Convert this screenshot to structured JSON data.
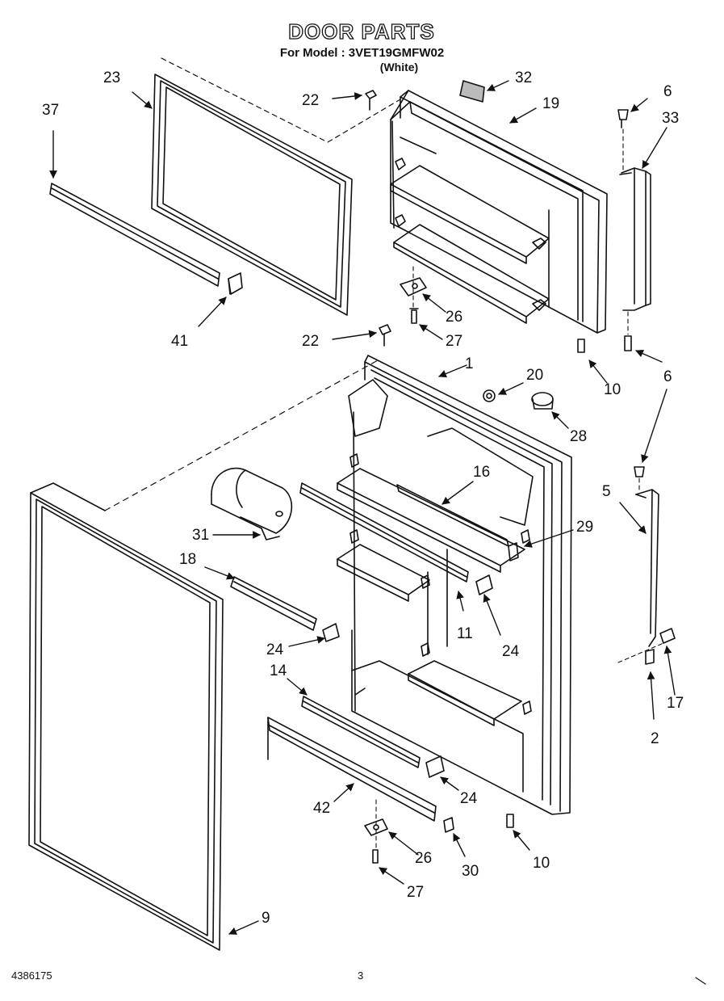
{
  "header": {
    "title": "DOOR PARTS",
    "model_line": "For Model : 3VET19GMFW02",
    "color_line": "(White)"
  },
  "callouts": {
    "c1": "1",
    "c2": "2",
    "c5": "5",
    "c6a": "6",
    "c6b": "6",
    "c9": "9",
    "c10a": "10",
    "c10b": "10",
    "c11": "11",
    "c14": "14",
    "c16": "16",
    "c17": "17",
    "c18": "18",
    "c19": "19",
    "c20": "20",
    "c22a": "22",
    "c22b": "22",
    "c23": "23",
    "c24a": "24",
    "c24b": "24",
    "c24c": "24",
    "c26a": "26",
    "c26b": "26",
    "c27a": "27",
    "c27b": "27",
    "c28": "28",
    "c29": "29",
    "c30": "30",
    "c31": "31",
    "c32": "32",
    "c33": "33",
    "c37": "37",
    "c41": "41",
    "c42": "42"
  },
  "footer": {
    "doc_number": "4386175",
    "page_number": "3"
  }
}
